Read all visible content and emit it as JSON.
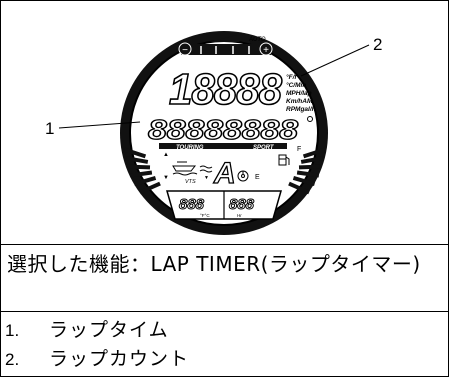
{
  "figure": {
    "callouts": [
      {
        "number": "1"
      },
      {
        "number": "2"
      }
    ],
    "display": {
      "auto_label": "AUTO",
      "big_digits": "18888",
      "segment_text": "88888888",
      "units": [
        "°F/f",
        "°C/Min",
        "MPH/lap",
        "Km/hAM",
        "RPMgal/h"
      ],
      "mode_left": "TOURING",
      "mode_right": "SPORT",
      "vts_label": "VTS",
      "gear_letter": "A",
      "fuel_full": "F",
      "fuel_empty": "E",
      "temp_digits": "888",
      "temp_unit": "°F°C",
      "hour_digits": "888",
      "hour_unit": "Hr",
      "minus_symbol": "−",
      "plus_symbol": "+"
    }
  },
  "caption": {
    "text": "選択した機能：LAP TIMER(ラップタイマー)"
  },
  "legend": [
    {
      "number": "1.",
      "label": "ラップタイム"
    },
    {
      "number": "2.",
      "label": "ラップカウント"
    }
  ]
}
